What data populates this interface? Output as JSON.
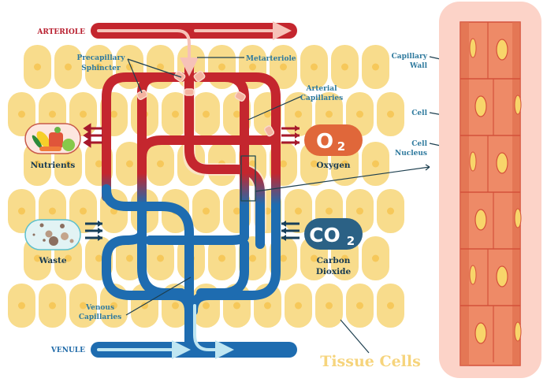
{
  "title": "Capillary Exchange Diagram",
  "colors": {
    "arterial": "#c4262e",
    "arterial_light": "#f6c2b8",
    "venous": "#1e6cb0",
    "venous_light": "#bfe6f2",
    "tissue_cell": "#f8dc8c",
    "tissue_nucleus": "#f6c85a",
    "oxygen_badge": "#e0673a",
    "co2_badge": "#2b6185",
    "label_blue": "#2f7a9e",
    "label_dark": "#173a52",
    "tissue_title": "#f6d47c",
    "wall_outer": "#fcd3c8",
    "wall_cell": "#ee8a67",
    "wall_border": "#d4513a",
    "wall_nucleus": "#f8d56a"
  },
  "vessels": {
    "arteriole_label": "ARTERIOLE",
    "venule_label": "VENULE"
  },
  "labels": {
    "precapillary_line1": "Precapillary",
    "precapillary_line2": "Sphincter",
    "metarteriole": "Metarteriole",
    "arterial_cap_line1": "Arterial",
    "arterial_cap_line2": "Capillaries",
    "venous_cap_line1": "Venous",
    "venous_cap_line2": "Capillaries",
    "tissue_cells": "Tissue Cells"
  },
  "exchange": {
    "nutrients": {
      "label": "Nutrients",
      "icon": "vegetables-icon",
      "direction": "out"
    },
    "waste": {
      "label": "Waste",
      "icon": "waste-particles-icon",
      "direction": "in"
    },
    "oxygen": {
      "symbol": "O",
      "subscript": "2",
      "label": "Oxygen",
      "direction": "out"
    },
    "carbon_dioxide": {
      "symbol": "CO",
      "subscript": "2",
      "label_line1": "Carbon",
      "label_line2": "Dioxide",
      "direction": "in"
    }
  },
  "detail_panel": {
    "capillary_wall_line1": "Capillary",
    "capillary_wall_line2": "Wall",
    "cell": "Cell",
    "cell_nucleus_line1": "Cell",
    "cell_nucleus_line2": "Nucleus"
  }
}
